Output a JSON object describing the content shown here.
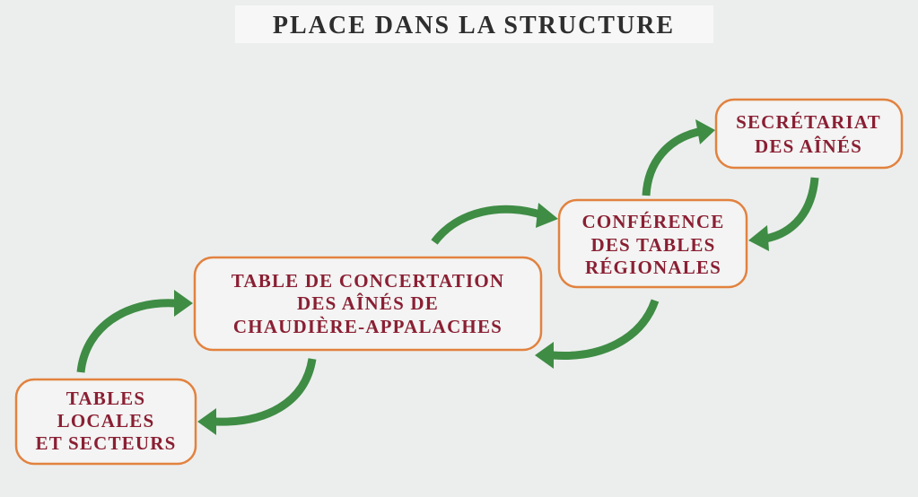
{
  "title": "PLACE DANS LA STRUCTURE",
  "colors": {
    "text": "#8a1f33",
    "border": "#e2823f",
    "arrow": "#3f8c45",
    "background": "#eceeed"
  },
  "nodes": [
    {
      "id": "tables-locales",
      "lines": [
        "TABLES",
        "LOCALES",
        "ET SECTEURS"
      ]
    },
    {
      "id": "table-concertation",
      "lines": [
        "TABLE DE CONCERTATION",
        "DES AÎNÉS DE",
        "CHAUDIÈRE-APPALACHES"
      ]
    },
    {
      "id": "conference",
      "lines": [
        "CONFÉRENCE",
        "DES TABLES",
        "RÉGIONALES"
      ]
    },
    {
      "id": "secretariat",
      "lines": [
        "SECRÉTARIAT",
        "DES AÎNÉS"
      ]
    }
  ]
}
